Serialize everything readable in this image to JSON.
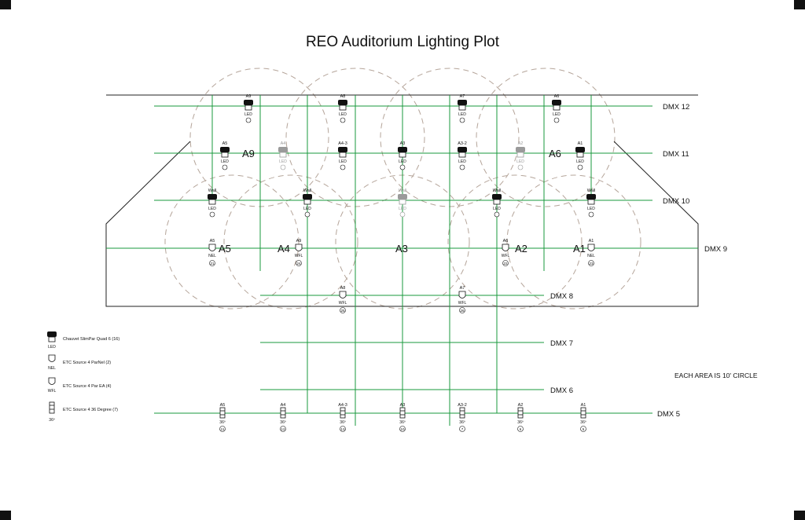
{
  "title": "REO Auditorium Lighting Plot",
  "note": "EACH AREA IS 10' CIRCLE",
  "dmx": {
    "dmx12": "DMX 12",
    "dmx11": "DMX 11",
    "dmx10": "DMX 10",
    "dmx9": "DMX 9",
    "dmx8": "DMX 8",
    "dmx7": "DMX 7",
    "dmx6": "DMX 6",
    "dmx5": "DMX 5"
  },
  "areas": {
    "a9": "A9",
    "a6": "A6",
    "a5": "A5",
    "a4": "A4",
    "a3": "A3",
    "a2": "A2",
    "a1": "A1"
  },
  "legend": {
    "led": "Chauvet SlimPar Quad 6 (16)",
    "nel": "ETC Source 4 ParNel (2)",
    "wfl": "ETC Source 4 Par EA (4)",
    "deg": "ETC Source 4 36 Degree (7)",
    "led_tag": "LED",
    "nel_tag": "NEL",
    "wfl_tag": "WFL",
    "deg_tag": "36º"
  },
  "labels": {
    "led": "LED",
    "nel": "NEL",
    "wfl": "WFL",
    "deg": "36º",
    "wall": "Wall",
    "a1": "A1",
    "a2": "A2",
    "a3": "A3",
    "a4": "A4",
    "a5": "A5",
    "a6": "A6",
    "a7": "A7",
    "a8": "A8",
    "a9": "A9",
    "a3_2": "A3-2",
    "a4_3": "A4-3"
  },
  "channels": {
    "c5": "5",
    "c6": "6",
    "c7": "7",
    "c10": "10",
    "c11": "11",
    "c12": "12",
    "c13": "13",
    "c21": "21",
    "c22": "22",
    "c23": "23",
    "c24": "24",
    "c25": "25",
    "c26": "26"
  }
}
